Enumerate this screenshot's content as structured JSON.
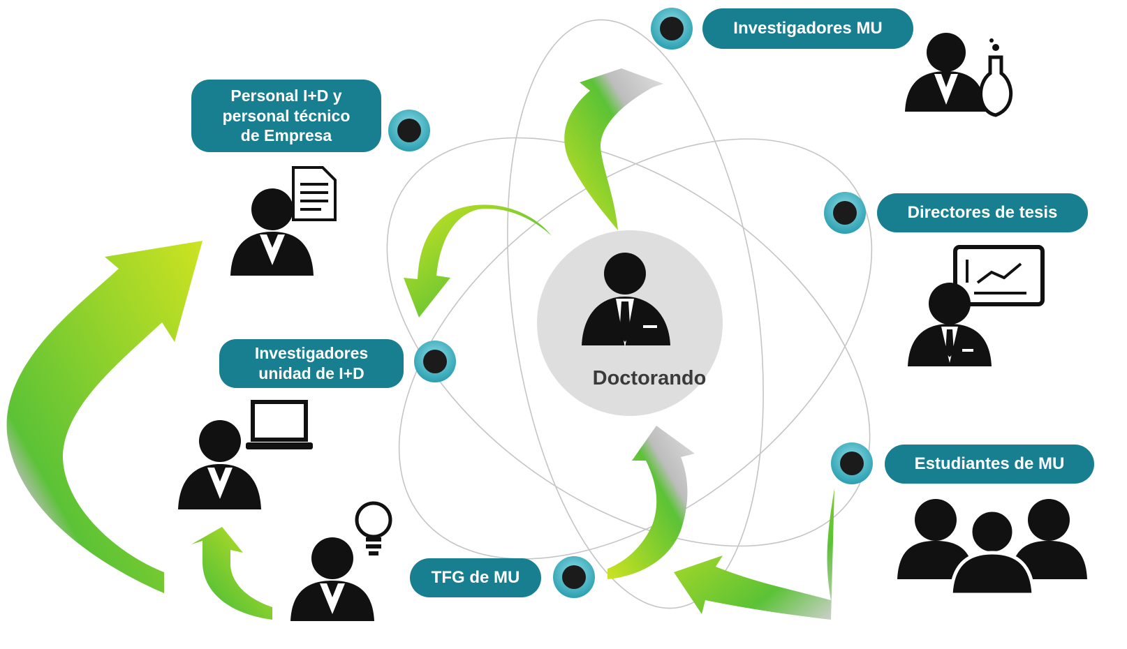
{
  "diagram": {
    "center_label": "Doctorando",
    "nodes": [
      {
        "id": "investigadores-mu",
        "label": "Investigadores MU",
        "icon": "researcher-flask-icon"
      },
      {
        "id": "personal-id-empresa",
        "label": "Personal I+D y\npersonal técnico\nde Empresa",
        "icon": "person-document-icon"
      },
      {
        "id": "directores-tesis",
        "label": "Directores de tesis",
        "icon": "presenter-chart-icon"
      },
      {
        "id": "investigadores-unidad",
        "label": "Investigadores\nunidad de I+D",
        "icon": "person-laptop-icon"
      },
      {
        "id": "estudiantes-mu",
        "label": "Estudiantes de MU",
        "icon": "group-people-icon"
      },
      {
        "id": "tfg-mu",
        "label": "TFG de MU",
        "icon": "person-lightbulb-icon"
      }
    ],
    "colors": {
      "pill": "#177f8f",
      "node_ring": "#3fb8c8",
      "node_dot": "#1b1b1b",
      "center_circle": "#dedede",
      "orbit": "#c4c4c4",
      "arrow_green": "#5bc236",
      "arrow_lime": "#c8e021",
      "icon": "#111111"
    }
  }
}
